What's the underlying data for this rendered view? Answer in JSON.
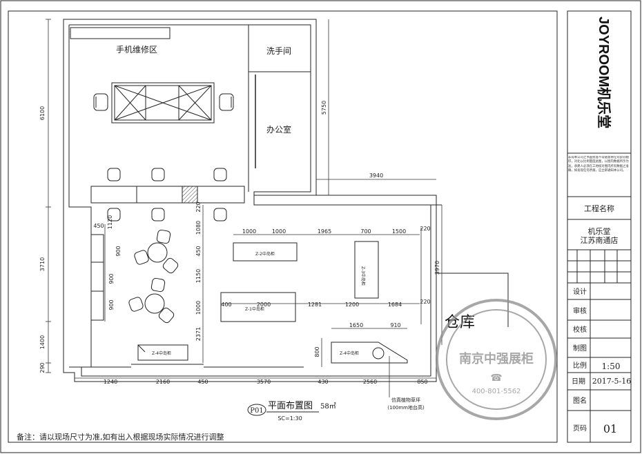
{
  "brand": {
    "logo_text": "JOYROOM机乐堂",
    "notice": "非得本公司之书面批准不得随意将任何部分翻印，对北以比例量度此图，以图内数据所示为准，承建人必须在工地核对图内所有数据之准确，如发现任何矛盾，应立即通知本公司。"
  },
  "title_block": {
    "project_label": "工程名称",
    "project_name_1": "机乐堂",
    "project_name_2": "江苏南通店",
    "design_label": "设计",
    "review_label": "审核",
    "proof_label": "校核",
    "drafting_label": "制图",
    "scale_label": "比例",
    "scale_value": "1:50",
    "date_label": "日期",
    "date_value": "2017-5-16",
    "drawing_name_label": "图名",
    "page_label": "页码",
    "page_value": "01"
  },
  "plan": {
    "rooms": {
      "repair": "手机维修区",
      "washroom": "洗手间",
      "office": "办公室",
      "warehouse": "仓库"
    },
    "counters": {
      "z1": "Z-1中岛柜",
      "z2": "Z-2中岛柜",
      "z3": "Z-3中岛柜",
      "z4a": "Z-4中岛柜",
      "z4b": "Z-4中岛柜"
    },
    "dims": {
      "left_6100": "6100",
      "left_3710": "3710",
      "left_1400": "1400",
      "left_290": "290",
      "right_5750": "5750",
      "right_3970": "3970",
      "top_3940": "3940",
      "b_1240": "1240",
      "b_2160": "2160",
      "b_450": "450",
      "b_3570": "3570",
      "b_430": "430",
      "b_2560": "2560",
      "b_850": "850",
      "r1_1000a": "1000",
      "r1_1000b": "1000",
      "r1_1965": "1965",
      "r1_700": "700",
      "r1_1500": "1500",
      "r1_220": "220",
      "r2_400": "400",
      "r2_2000": "2000",
      "r2_1281": "1281",
      "r2_1200": "1200",
      "r2_1684": "1684",
      "r2_220": "220",
      "r3_1650": "1650",
      "r3_910": "910",
      "v_220": "220",
      "v_1080": "1080",
      "v_450": "450",
      "v_1150": "1150",
      "v_1000": "1000",
      "v_2371": "2371",
      "v_800": "800",
      "l_450": "450",
      "l_1120": "1120",
      "l_900a": "900",
      "l_900b": "900",
      "l_900c": "900"
    },
    "plant_note_1": "仿真植物草坪",
    "plant_note_2": "(100mm地台高)"
  },
  "drawing_title": {
    "code": "P01",
    "name": "平面布置图",
    "area": "58㎡",
    "scale": "SC=1:30"
  },
  "footer_note": "备注：请以现场尺寸为准,如有出入根据现场实际情况进行调整",
  "stamp": {
    "text": "南京中强展柜",
    "phone": "400-801-5562",
    "color": "#8a8a8a"
  }
}
